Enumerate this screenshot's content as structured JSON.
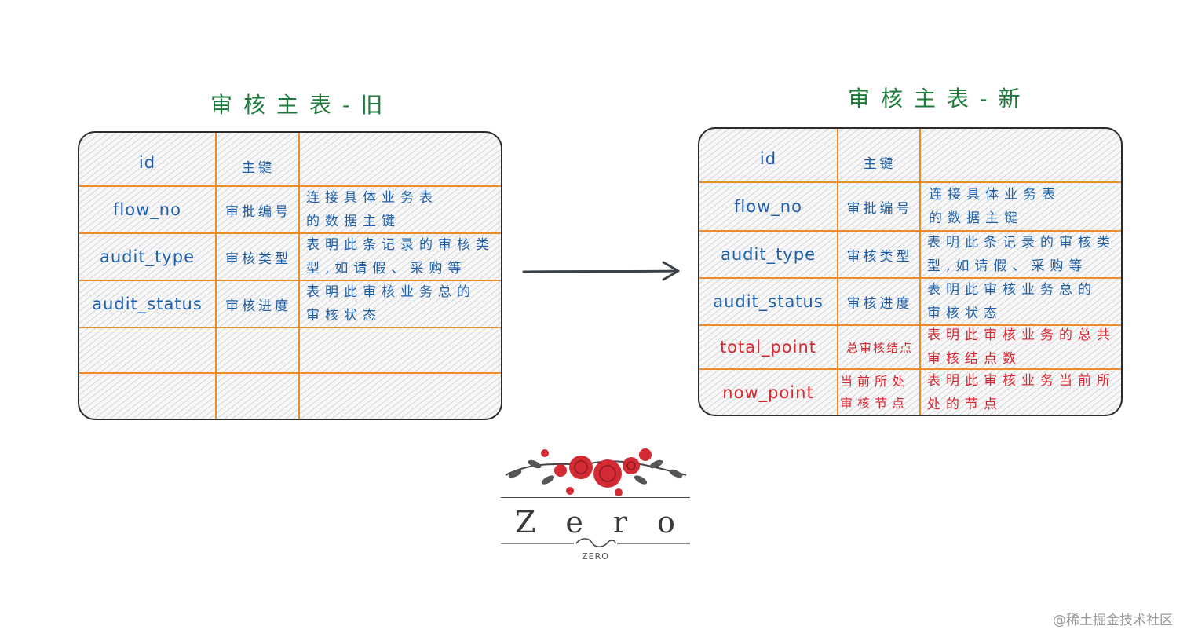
{
  "old_table": {
    "title": "审核主表-旧",
    "rows": [
      {
        "field": "id",
        "label": "主键",
        "desc": ""
      },
      {
        "field": "flow_no",
        "label": "审批编号",
        "desc": "连接具体业务表的数据主键"
      },
      {
        "field": "audit_type",
        "label": "审核类型",
        "desc": "表明此条记录的审核类型,如请假、采购等"
      },
      {
        "field": "audit_status",
        "label": "审核进度",
        "desc": "表明此审核业务总的审核状态"
      },
      {
        "field": "",
        "label": "",
        "desc": ""
      },
      {
        "field": "",
        "label": "",
        "desc": ""
      }
    ]
  },
  "new_table": {
    "title": "审核主表-新",
    "rows": [
      {
        "field": "id",
        "label": "主键",
        "desc": ""
      },
      {
        "field": "flow_no",
        "label": "审批编号",
        "desc": "连接具体业务表的数据主键"
      },
      {
        "field": "audit_type",
        "label": "审核类型",
        "desc": "表明此条记录的审核类型,如请假、采购等"
      },
      {
        "field": "audit_status",
        "label": "审核进度",
        "desc": "表明此审核业务总的审核状态"
      },
      {
        "field": "total_point",
        "label": "总审核结点",
        "desc": "表明此审核业务的总共审核结点数"
      },
      {
        "field": "now_point",
        "label": "当前所处审核节点",
        "desc": "表明此审核业务当前所处的节点"
      }
    ]
  },
  "logo": {
    "word": "Zero",
    "caption": "ZERO"
  },
  "watermark": "@稀土掘金技术社区",
  "colors": {
    "accent_blue": "#1c5fa8",
    "accent_red": "#d9262f",
    "grid_orange": "#ef8b25",
    "title_green": "#1e7a3a"
  }
}
